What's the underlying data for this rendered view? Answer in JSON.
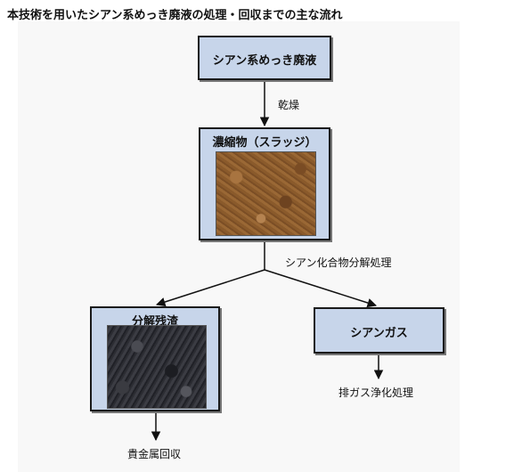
{
  "title": "本技術を用いたシアン系めっき廃液の処理・回収までの主な流れ",
  "nodes": {
    "waste_liquid": "シアン系めっき廃液",
    "sludge": "濃縮物（スラッジ）",
    "residue": "分解残渣",
    "cyan_gas": "シアンガス"
  },
  "steps": {
    "drying": "乾燥",
    "decomposition": "シアン化合物分解処理",
    "exhaust_treatment": "排ガス浄化処理",
    "metal_recovery": "貴金属回収"
  },
  "colors": {
    "box_fill": "#c7d5ea",
    "box_border": "#1a1a1a",
    "sludge_photo": "#8a5a2b",
    "residue_photo": "#2c2d33"
  },
  "images": {
    "sludge_photo": "brown-sludge-photo",
    "residue_photo": "black-residue-photo"
  }
}
